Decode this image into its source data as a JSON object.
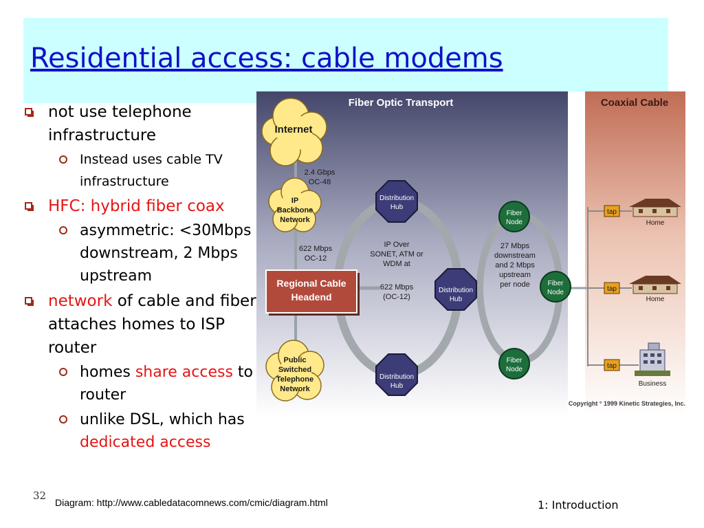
{
  "slide": {
    "title": "Residential access: cable modems",
    "page_number": "32",
    "source_note": "Diagram: http://www.cabledatacomnews.com/cmic/diagram.html",
    "chapter": "1: Introduction"
  },
  "bullets": {
    "b1": "not use telephone infrastructure",
    "b1_sub1": "Instead uses cable TV infrastructure",
    "b2": "HFC: hybrid fiber coax",
    "b2_sub1": "asymmetric: <30Mbps downstream, 2 Mbps upstream",
    "b3_red": "network",
    "b3_rest": " of cable and fiber attaches homes to ISP router",
    "b3_sub1_plain": "homes ",
    "b3_sub1_red": "share access",
    "b3_sub1_rest": " to router",
    "b3_sub2_plain": "unlike DSL, which has ",
    "b3_sub2_red": "dedicated access"
  },
  "diagram": {
    "fiber_header": "Fiber Optic Transport",
    "coax_header": "Coaxial Cable",
    "internet": "Internet",
    "link_top_1": "2.4 Gbps",
    "link_top_2": "OC-48",
    "ip_backbone_1": "IP",
    "ip_backbone_2": "Backbone",
    "ip_backbone_3": "Network",
    "link_mid_1": "622 Mbps",
    "link_mid_2": "OC-12",
    "headend_1": "Regional Cable",
    "headend_2": "Headend",
    "pstn_1": "Public",
    "pstn_2": "Switched",
    "pstn_3": "Telephone",
    "pstn_4": "Network",
    "hub_1": "Distribution",
    "hub_2": "Hub",
    "ring_text_1": "IP Over",
    "ring_text_2": "SONET, ATM or",
    "ring_text_3": "WDM at",
    "ring_text_4": "622 Mbps",
    "ring_text_5": "(OC-12)",
    "fiber_node_1": "Fiber",
    "fiber_node_2": "Node",
    "node_text_1": "27 Mbps",
    "node_text_2": "downstream",
    "node_text_3": "and 2 Mbps",
    "node_text_4": "upstream",
    "node_text_5": "per node",
    "tap": "tap",
    "home": "Home",
    "business": "Business",
    "copyright": "Copyright ° 1999 Kinetic Strategies, Inc."
  },
  "colors": {
    "title": "#1010c8",
    "title_band": "#ccffff",
    "accent_red": "#e61414",
    "headend": "#b24a3c",
    "hub": "#3c3c78",
    "fiber_node": "#1e6e3c",
    "cloud": "#ffe98a",
    "tap": "#e8a020"
  }
}
